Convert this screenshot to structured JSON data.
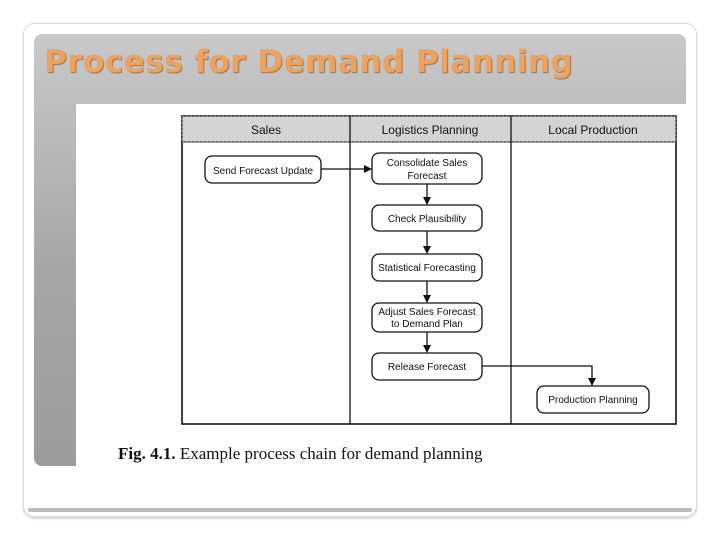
{
  "slide": {
    "title": "Process for Demand Planning"
  },
  "diagram": {
    "swimlanes": [
      {
        "label": "Sales"
      },
      {
        "label": "Logistics Planning"
      },
      {
        "label": "Local Production"
      }
    ],
    "nodes": [
      {
        "id": "send-forecast-update",
        "lane": "Sales",
        "lines": [
          "Send Forecast Update"
        ]
      },
      {
        "id": "consolidate-sales-forecast",
        "lane": "Logistics Planning",
        "lines": [
          "Consolidate Sales",
          "Forecast"
        ]
      },
      {
        "id": "check-plausibility",
        "lane": "Logistics Planning",
        "lines": [
          "Check Plausibility"
        ]
      },
      {
        "id": "statistical-forecasting",
        "lane": "Logistics Planning",
        "lines": [
          "Statistical Forecasting"
        ]
      },
      {
        "id": "adjust-sales-forecast",
        "lane": "Logistics Planning",
        "lines": [
          "Adjust Sales Forecast",
          "to Demand Plan"
        ]
      },
      {
        "id": "release-forecast",
        "lane": "Logistics Planning",
        "lines": [
          "Release Forecast"
        ]
      },
      {
        "id": "production-planning",
        "lane": "Local Production",
        "lines": [
          "Production Planning"
        ]
      }
    ],
    "edges": [
      {
        "from": "send-forecast-update",
        "to": "consolidate-sales-forecast"
      },
      {
        "from": "consolidate-sales-forecast",
        "to": "check-plausibility"
      },
      {
        "from": "check-plausibility",
        "to": "statistical-forecasting"
      },
      {
        "from": "statistical-forecasting",
        "to": "adjust-sales-forecast"
      },
      {
        "from": "adjust-sales-forecast",
        "to": "release-forecast"
      },
      {
        "from": "release-forecast",
        "to": "production-planning"
      }
    ],
    "caption": {
      "prefix": "Fig. 4.1.",
      "text": "Example process chain for demand planning"
    }
  }
}
